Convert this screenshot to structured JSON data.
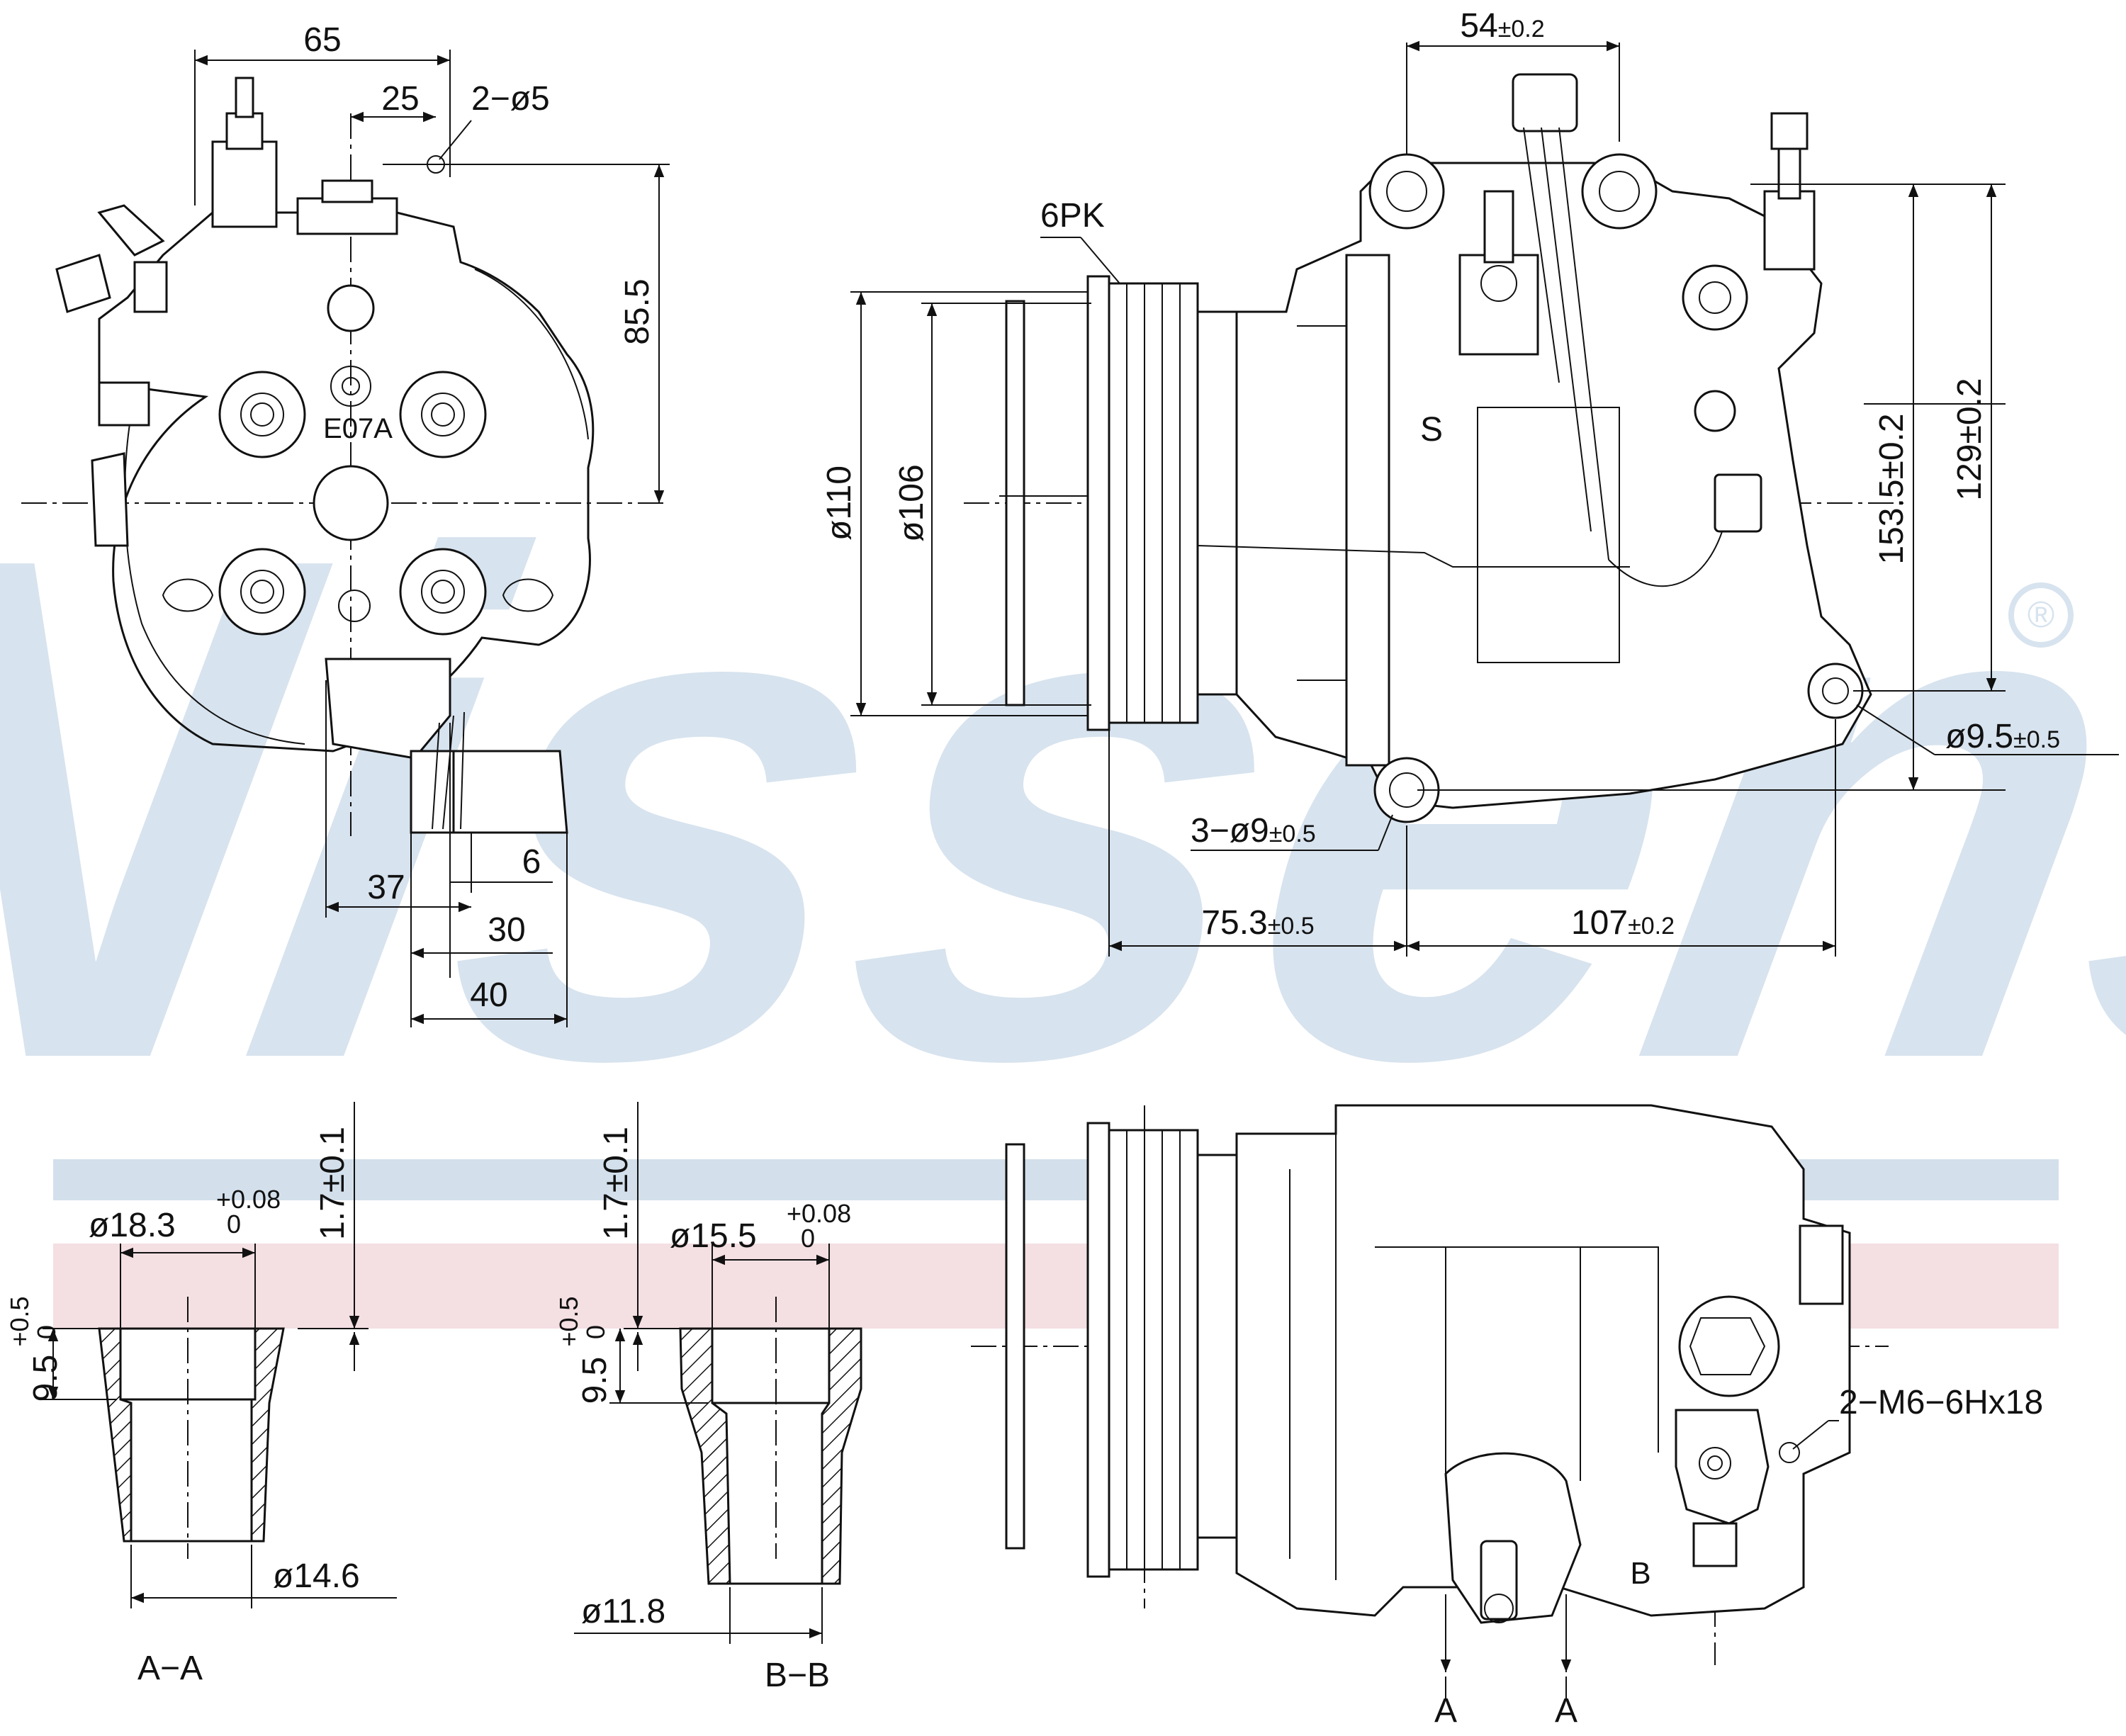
{
  "brand": {
    "watermark": "Nissens",
    "registered_mark": "®",
    "colors": {
      "watermark_blue": "#d7e3ee",
      "band_blue": "#d3e0ec",
      "band_pink": "#f4dfe3",
      "line": "#111111"
    }
  },
  "front_view": {
    "dim_width": "65",
    "dim_hole_offset": "25",
    "dim_holes": "2−ø5",
    "dim_height": "85.5",
    "part_marking": "E07A",
    "dim_37": "37",
    "dim_6": "6",
    "dim_30": "30",
    "dim_40": "40"
  },
  "side_view": {
    "dim_top": "54",
    "dim_top_tol": "±0.2",
    "pulley_type": "6PK",
    "dia_outer": "ø110",
    "dia_inner": "ø106",
    "section_mark": "S",
    "dim_height_a": "153.5±0.2",
    "dim_height_b": "129±0.2",
    "hole_dia": "ø9.5",
    "hole_dia_tol": "±0.5",
    "mount_holes": "3−ø9",
    "mount_holes_tol": "±0.5",
    "dim_left": "75.3",
    "dim_left_tol": "±0.5",
    "dim_right": "107",
    "dim_right_tol": "±0.2"
  },
  "section_aa": {
    "dia_top": "ø18.3",
    "dia_top_tol_upper": "+0.08",
    "dia_top_tol_lower": "0",
    "lip": "1.7±0.1",
    "depth": "9.5",
    "depth_tol_upper": "+0.5",
    "depth_tol_lower": "0",
    "dia_bottom": "ø14.6",
    "label": "A−A"
  },
  "section_bb": {
    "dia_top": "ø15.5",
    "dia_top_tol_upper": "+0.08",
    "dia_top_tol_lower": "0",
    "lip": "1.7±0.1",
    "depth": "9.5",
    "depth_tol_upper": "+0.5",
    "depth_tol_lower": "0",
    "dia_bottom": "ø11.8",
    "label": "B−B"
  },
  "bottom_view": {
    "thread_note": "2−M6−6Hx18",
    "cut_a1": "A",
    "cut_a2": "A",
    "cut_b": "B"
  }
}
